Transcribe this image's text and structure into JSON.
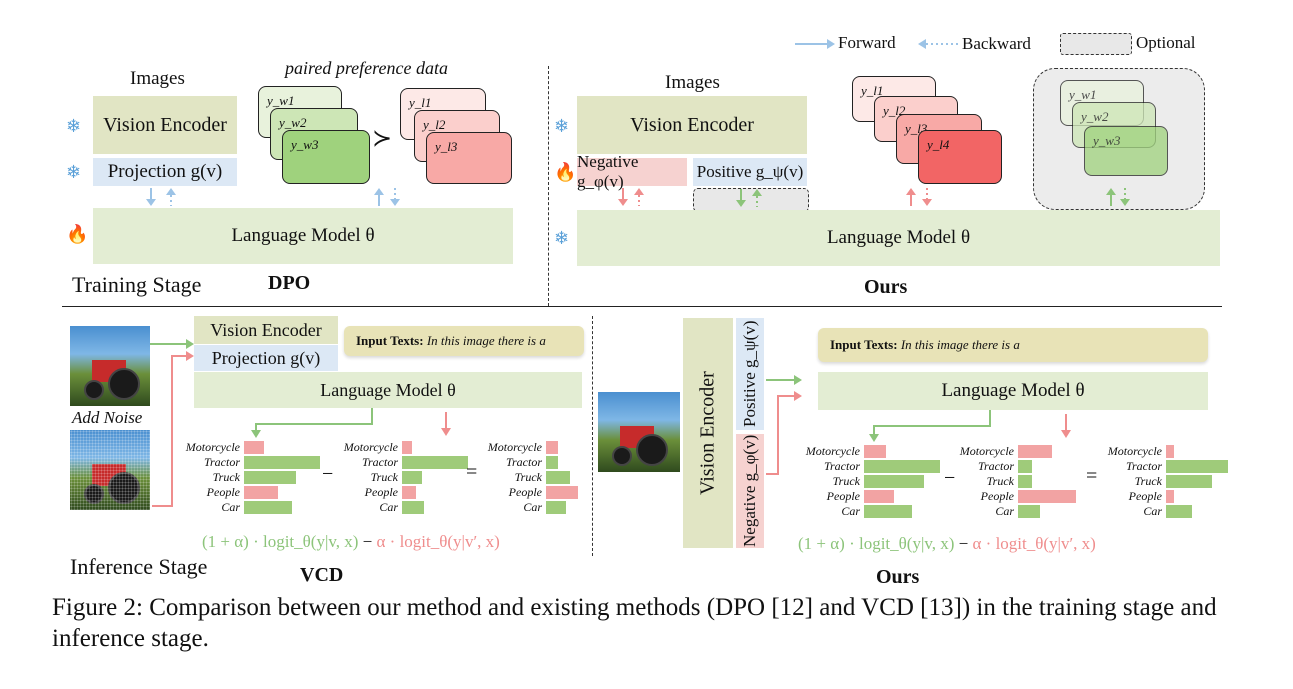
{
  "legend": {
    "forward": "Forward",
    "backward": "Backward",
    "optional": "Optional"
  },
  "training": {
    "dpo": {
      "images": "Images",
      "paired": "paired preference data",
      "vision_encoder": "Vision Encoder",
      "projection": "Projection g(v)",
      "language_model": "Language Model θ",
      "winners": [
        "y_w1",
        "y_w2",
        "y_w3"
      ],
      "losers": [
        "y_l1",
        "y_l2",
        "y_l3"
      ],
      "prefer_symbol": "≻",
      "label": "DPO"
    },
    "ours": {
      "images": "Images",
      "vision_encoder": "Vision Encoder",
      "negative": "Negative g_φ(v)",
      "positive": "Positive g_ψ(v)",
      "language_model": "Language Model θ",
      "losers": [
        "y_l1",
        "y_l2",
        "y_l3",
        "y_l4"
      ],
      "winners": [
        "y_w1",
        "y_w2",
        "y_w3"
      ],
      "label": "Ours"
    },
    "stage_label": "Training Stage"
  },
  "inference": {
    "stage_label": "Inference Stage",
    "vcd": {
      "label": "VCD",
      "add_noise": "Add Noise",
      "vision_encoder": "Vision Encoder",
      "projection": "Projection g(v)",
      "language_model": "Language Model θ",
      "input_prefix": "Input Texts:",
      "input_text": "In this image there is a",
      "minus": "−",
      "equals": "=",
      "formula_pos": "(1 + α) · logit_θ(y|v, x)",
      "formula_minus": " − ",
      "formula_neg": "α · logit_θ(y|v′, x)"
    },
    "ours": {
      "label": "Ours",
      "vision_encoder": "Vision Encoder",
      "positive": "Positive g_ψ(v)",
      "negative": "Negative g_φ(v)",
      "language_model": "Language Model θ",
      "input_prefix": "Input Texts:",
      "input_text": "In this image there is a",
      "minus": "−",
      "equals": "=",
      "formula_pos": "(1 + α) · logit_θ(y|v, x)",
      "formula_minus": " − ",
      "formula_neg": "α · logit_θ(y|v′, x)"
    },
    "bar_categories": [
      "Motorcycle",
      "Tractor",
      "Truck",
      "People",
      "Car"
    ]
  },
  "caption": "Figure 2: Comparison between our method and existing methods (DPO [12] and VCD [13]) in the training stage and inference stage.",
  "colors": {
    "green": "#9fcb7a",
    "red": "#f2a3a3",
    "blue_arrow": "#9cc3e6"
  },
  "icons": {
    "frozen": "snowflake-icon",
    "trainable": "fire-icon"
  }
}
